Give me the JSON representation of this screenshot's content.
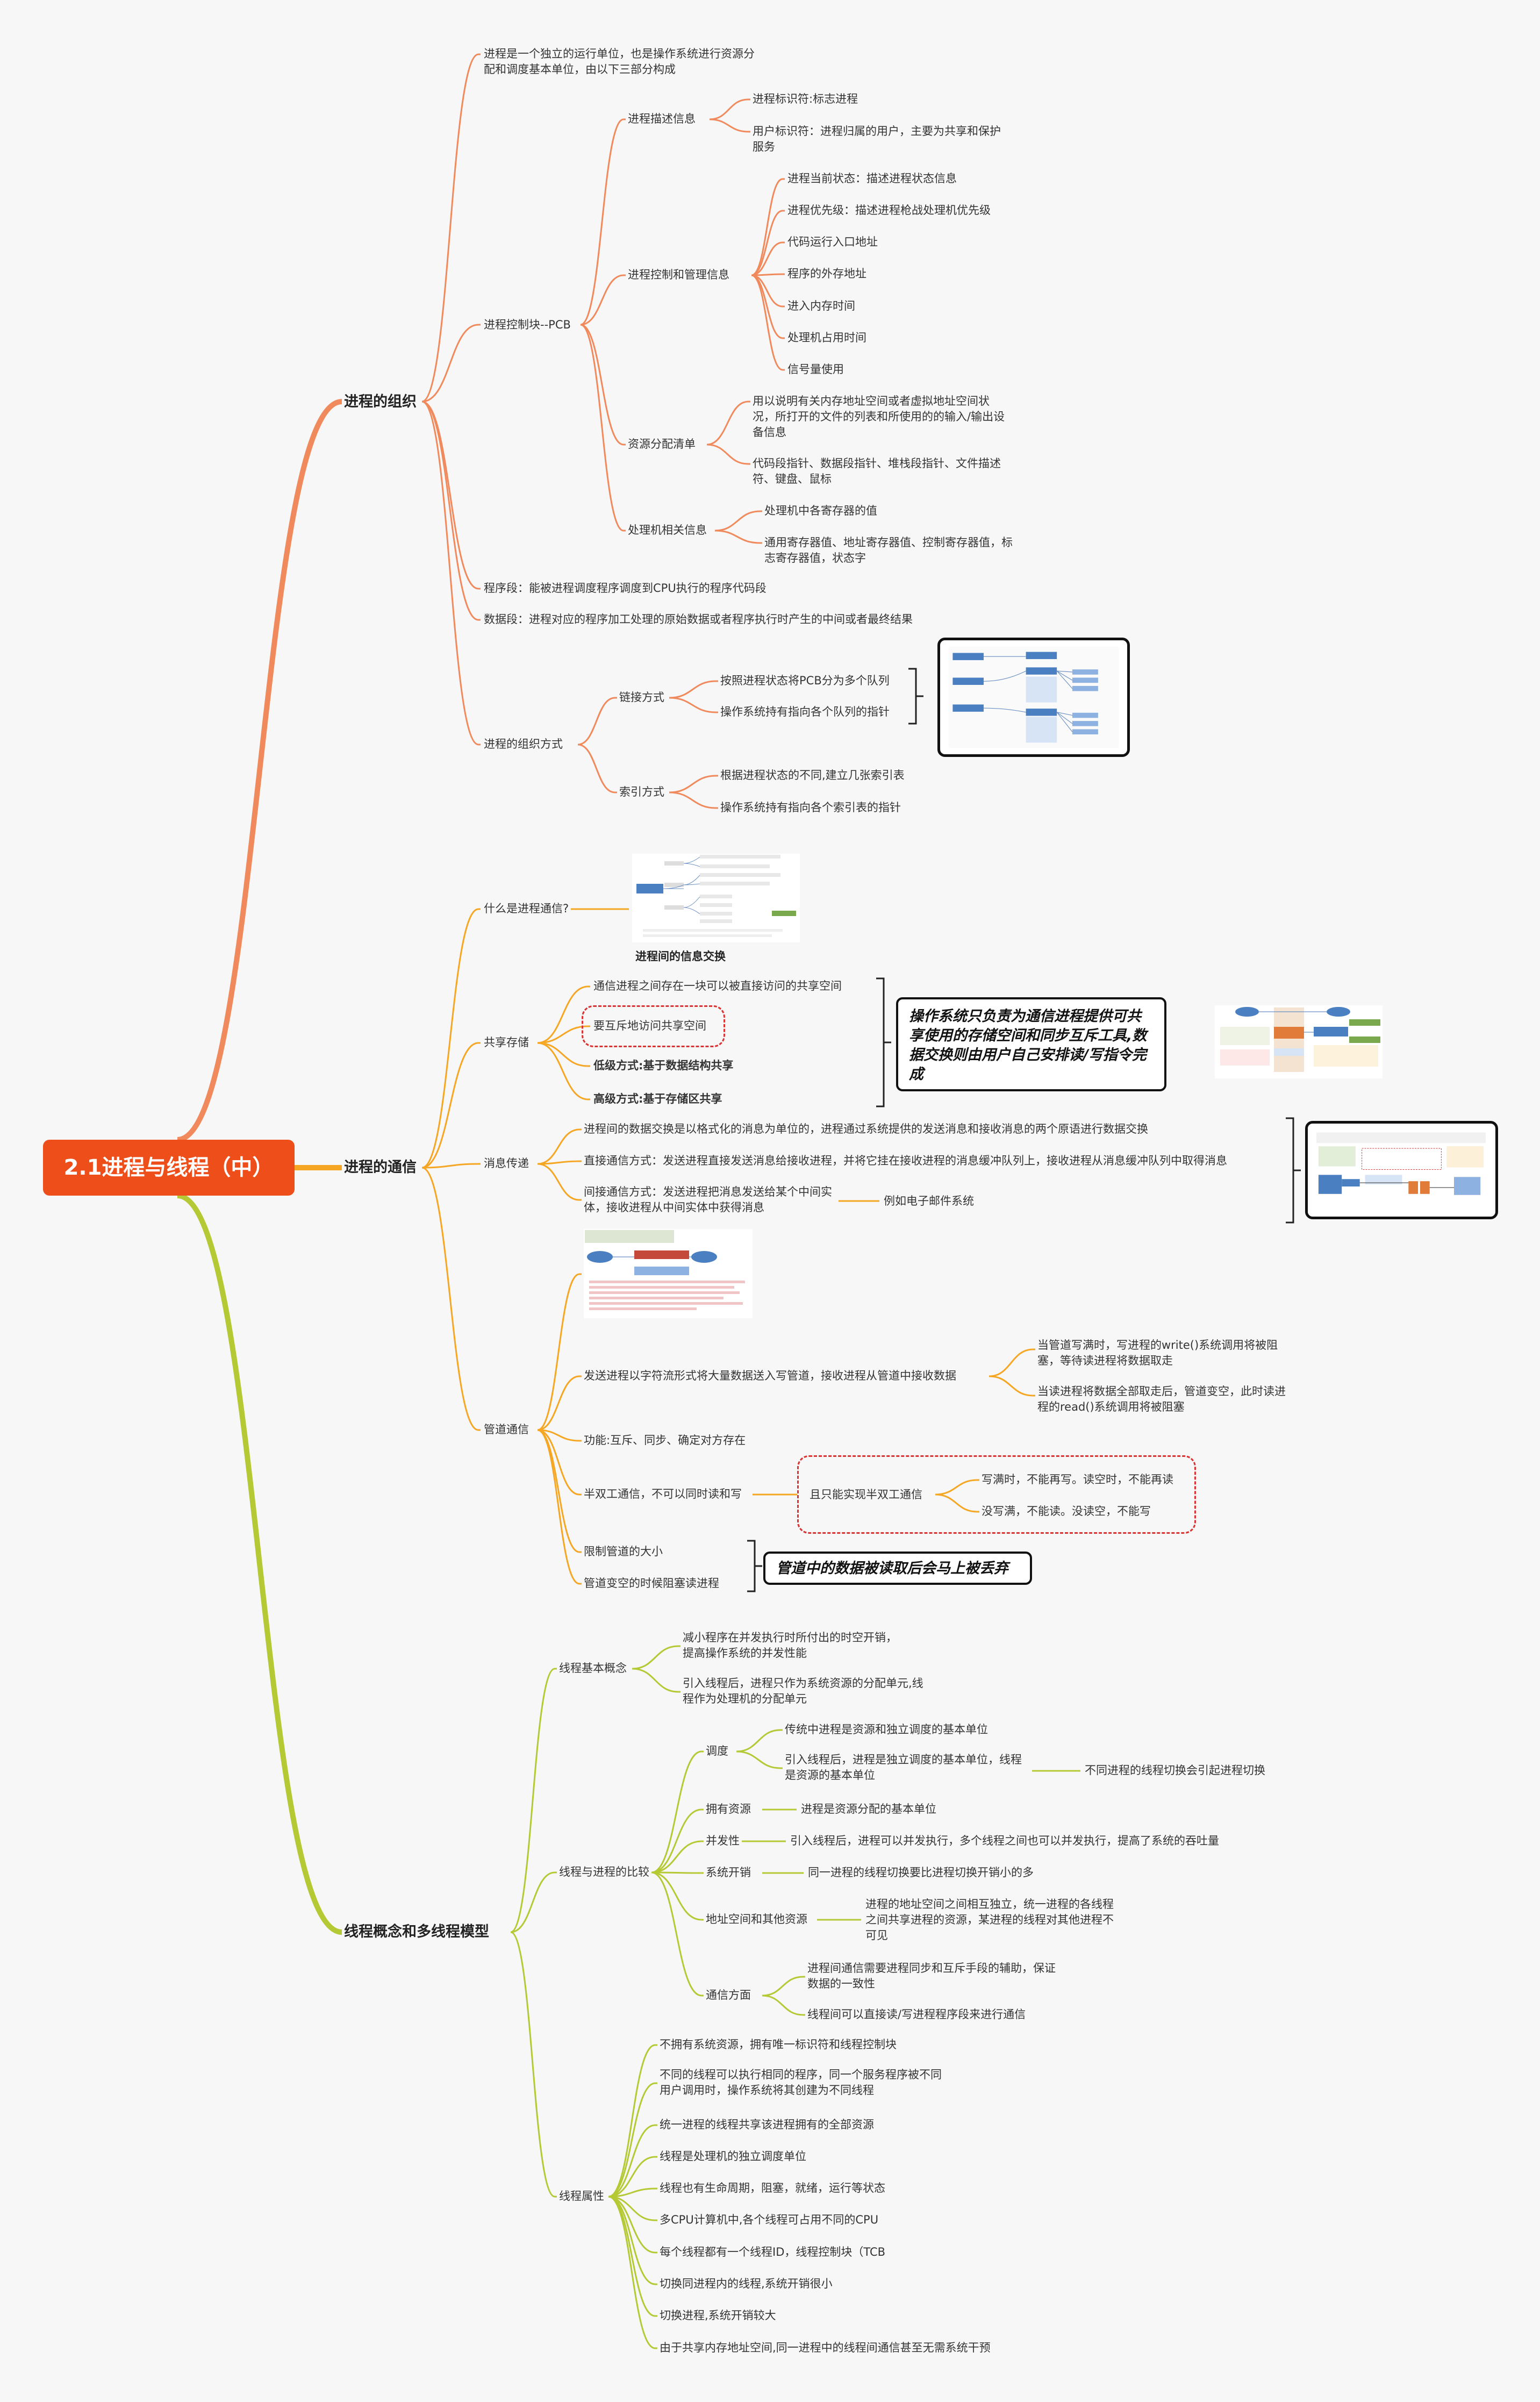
{
  "root": "2.1进程与线程（中）",
  "branches": {
    "org": "进程的组织",
    "comm": "进程的通信",
    "thread": "线程概念和多线程模型"
  },
  "org": {
    "intro": "进程是一个独立的运行单位，也是操作系统进行资源分配和调度基本单位，由以下三部分构成",
    "pcb": "进程控制块--PCB",
    "desc": "进程描述信息",
    "desc_items": [
      "进程标识符:标志进程",
      "用户标识符：进程归属的用户，主要为共享和保护服务"
    ],
    "ctrl": "进程控制和管理信息",
    "ctrl_items": [
      "进程当前状态：描述进程状态信息",
      "进程优先级：描述进程枪战处理机优先级",
      "代码运行入口地址",
      "程序的外存地址",
      "进入内存时间",
      "处理机占用时间",
      "信号量使用"
    ],
    "res": "资源分配清单",
    "res_items": [
      "用以说明有关内存地址空间或者虚拟地址空间状况，所打开的文件的列表和所使用的的输入/输出设备信息",
      "代码段指针、数据段指针、堆栈段指针、文件描述符、键盘、鼠标"
    ],
    "cpu": "处理机相关信息",
    "cpu_items": [
      "处理机中各寄存器的值",
      "通用寄存器值、地址寄存器值、控制寄存器值，标志寄存器值，状态字"
    ],
    "prog": "程序段：能被进程调度程序调度到CPU执行的程序代码段",
    "data": "数据段：进程对应的程序加工处理的原始数据或者程序执行时产生的中间或者最终结果",
    "way": "进程的组织方式",
    "link": "链接方式",
    "link_items": [
      "按照进程状态将PCB分为多个队列",
      "操作系统持有指向各个队列的指针"
    ],
    "index": "索引方式",
    "index_items": [
      "根据进程状态的不同,建立几张索引表",
      "操作系统持有指向各个索引表的指针"
    ]
  },
  "comm": {
    "what": "什么是进程通信?",
    "what_caption": "进程间的信息交换",
    "shared": "共享存储",
    "shared_items": [
      "通信进程之间存在一块可以被直接访问的共享空间",
      "要互斥地访问共享空间",
      "低级方式:基于数据结构共享",
      "高级方式:基于存储区共享"
    ],
    "shared_note": "操作系统只负责为通信进程提供可共享使用的存储空间和同步互斥工具,数据交换则由用户自己安排读/写指令完成",
    "msg": "消息传递",
    "msg_items": [
      "进程间的数据交换是以格式化的消息为单位的，进程通过系统提供的发送消息和接收消息的两个原语进行数据交换",
      "直接通信方式：发送进程直接发送消息给接收进程，并将它挂在接收进程的消息缓冲队列上，接收进程从消息缓冲队列中取得消息",
      "间接通信方式：发送进程把消息发送给某个中间实体，接收进程从中间实体中获得消息"
    ],
    "msg_example": "例如电子邮件系统",
    "pipe": "管道通信",
    "pipe_send": "发送进程以字符流形式将大量数据送入写管道，接收进程从管道中接收数据",
    "pipe_send_items": [
      "当管道写满时，写进程的write()系统调用将被阻塞，等待读进程将数据取走",
      "当读进程将数据全部取走后，管道变空，此时读进程的read()系统调用将被阻塞"
    ],
    "pipe_func": "功能:互斥、同步、确定对方存在",
    "pipe_half": "半双工通信，不可以同时读和写",
    "pipe_half_sub": "且只能实现半双工通信",
    "pipe_half_items": [
      "写满时，不能再写。读空时，不能再读",
      "没写满，不能读。没读空，不能写"
    ],
    "pipe_size": "限制管道的大小",
    "pipe_block": "管道变空的时候阻塞读进程",
    "pipe_note": "管道中的数据被读取后会马上被丢弃"
  },
  "thread": {
    "concept": "线程基本概念",
    "concept_items": [
      "减小程序在并发执行时所付出的时空开销，提高操作系统的并发性能",
      "引入线程后，进程只作为系统资源的分配单元,线程作为处理机的分配单元"
    ],
    "compare": "线程与进程的比较",
    "sched": "调度",
    "sched_items": [
      "传统中进程是资源和独立调度的基本单位",
      "引入线程后，进程是独立调度的基本单位，线程是资源的基本单位"
    ],
    "sched_note": "不同进程的线程切换会引起进程切换",
    "own": "拥有资源",
    "own_item": "进程是资源分配的基本单位",
    "conc": "并发性",
    "conc_item": "引入线程后，进程可以并发执行，多个线程之间也可以并发执行，提高了系统的吞吐量",
    "overhead": "系统开销",
    "overhead_item": "同一进程的线程切换要比进程切换开销小的多",
    "addr": "地址空间和其他资源",
    "addr_item": "进程的地址空间之间相互独立，统一进程的各线程之间共享进程的资源，某进程的线程对其他进程不可见",
    "comm": "通信方面",
    "comm_items": [
      "进程间通信需要进程同步和互斥手段的辅助，保证数据的一致性",
      "线程间可以直接读/写进程程序段来进行通信"
    ],
    "attr": "线程属性",
    "attr_items": [
      "不拥有系统资源，拥有唯一标识符和线程控制块",
      "不同的线程可以执行相同的程序，同一个服务程序被不同用户调用时，操作系统将其创建为不同线程",
      "统一进程的线程共享该进程拥有的全部资源",
      "线程是处理机的独立调度单位",
      "线程也有生命周期，阻塞，就绪，运行等状态",
      "多CPU计算机中,各个线程可占用不同的CPU",
      "每个线程都有一个线程ID，线程控制块（TCB",
      "切换同进程内的线程,系统开销很小",
      "切换进程,系统开销较大",
      "由于共享内存地址空间,同一进程中的线程间通信甚至无需系统干预"
    ]
  },
  "colors": {
    "root": "#ee4e1a",
    "org": "#f08a5d",
    "comm": "#f5a623",
    "thread": "#b5c935",
    "dashed": "#d93434",
    "thumb_blue": "#4a7fc1"
  }
}
